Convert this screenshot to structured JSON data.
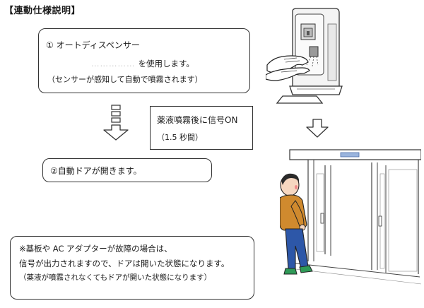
{
  "title": "【連動仕様説明】",
  "box1": {
    "line1": "① オートディスペンサー",
    "line2_faint": "……………",
    "line2": "を使用します。",
    "line3": "（センサーが感知して自動で噴霧されます）"
  },
  "signal_box": {
    "line1": "薬液噴霧後に信号ON",
    "line2": "（1.5 秒間）"
  },
  "box2": {
    "line1": "②自動ドアが開きます。"
  },
  "box3": {
    "line1": "※基板や AC アダプターが故障の場合は、",
    "line2": "信号が出力されますので、ドアは開いた状態になります。",
    "line3": "（薬液が噴霧されなくてもドアが開いた状態になります）"
  }
}
